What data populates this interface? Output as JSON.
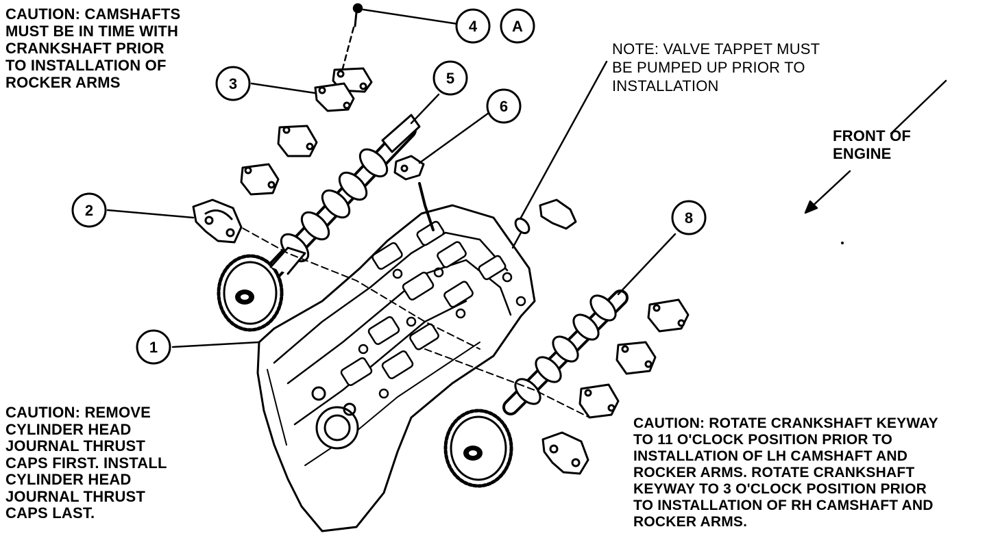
{
  "callouts": [
    "1",
    "2",
    "3",
    "4",
    "5",
    "6",
    "8"
  ],
  "view_label": "A",
  "notes": {
    "caution_camshafts": [
      "CAUTION: CAMSHAFTS",
      "MUST BE IN TIME WITH",
      "CRANKSHAFT PRIOR",
      "TO INSTALLATION OF",
      "ROCKER ARMS"
    ],
    "note_tappet": [
      "NOTE: VALVE TAPPET MUST",
      "BE PUMPED UP PRIOR TO",
      "INSTALLATION"
    ],
    "front_of_engine": [
      "FRONT OF",
      "ENGINE"
    ],
    "caution_journal": [
      "CAUTION: REMOVE",
      "CYLINDER HEAD",
      "JOURNAL THRUST",
      "CAPS FIRST. INSTALL",
      "CYLINDER HEAD",
      "JOURNAL THRUST",
      "CAPS LAST."
    ],
    "caution_crank": [
      "CAUTION: ROTATE CRANKSHAFT KEYWAY",
      "TO 11 O'CLOCK POSITION PRIOR TO",
      "INSTALLATION OF LH CAMSHAFT AND",
      "ROCKER ARMS. ROTATE CRANKSHAFT",
      "KEYWAY TO 3 O'CLOCK POSITION PRIOR",
      "TO INSTALLATION OF RH CAMSHAFT AND",
      "ROCKER ARMS."
    ]
  }
}
